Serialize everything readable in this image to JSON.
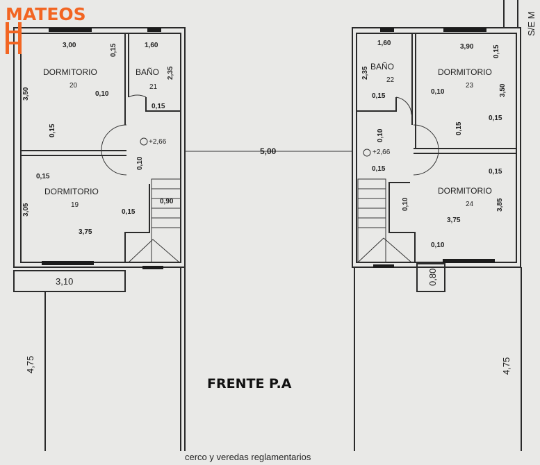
{
  "logo": {
    "text": "MATEOS",
    "color": "#f26522"
  },
  "scale_note": "S/E M",
  "left_unit": {
    "rooms": [
      {
        "label": "DORMITORIO",
        "number": "20"
      },
      {
        "label": "BAÑO",
        "number": "21"
      },
      {
        "label": "DORMITORIO",
        "number": "19"
      }
    ],
    "dims": {
      "d20_width": "3,00",
      "bath_width": "1,60",
      "wall_a": "0,15",
      "bath_depth": "2,35",
      "d20_depth": "3,50",
      "wall_b": "0,10",
      "wall_c": "0,15",
      "wall_d": "0,15",
      "wall_e": "0,15",
      "hall": "0,10",
      "stair": "0,90",
      "wall_f": "0,15",
      "d19_depth": "3,05",
      "d19_width": "3,75",
      "front_width": "3,10",
      "front_depth": "4,75"
    },
    "level": "+2,66"
  },
  "right_unit": {
    "rooms": [
      {
        "label": "BAÑO",
        "number": "22"
      },
      {
        "label": "DORMITORIO",
        "number": "23"
      },
      {
        "label": "DORMITORIO",
        "number": "24"
      }
    ],
    "dims": {
      "bath_width": "1,60",
      "d23_width": "3,90",
      "wall_a": "0,15",
      "bath_depth": "2,35",
      "d23_depth": "3,50",
      "wall_b": "0,15",
      "wall_c": "0,10",
      "wall_d": "0,15",
      "wall_e": "0,15",
      "hall": "0,10",
      "wall_f": "0,15",
      "wall_g": "0,15",
      "d24_hall": "0,10",
      "d24_depth": "3,85",
      "d24_width": "3,75",
      "wall_h": "0,10",
      "front_box": "0,80",
      "front_depth": "4,75"
    },
    "level": "+2,66"
  },
  "separation": "5,00",
  "title": "FRENTE P.A",
  "footer": "cerco y veredas reglamentarios"
}
